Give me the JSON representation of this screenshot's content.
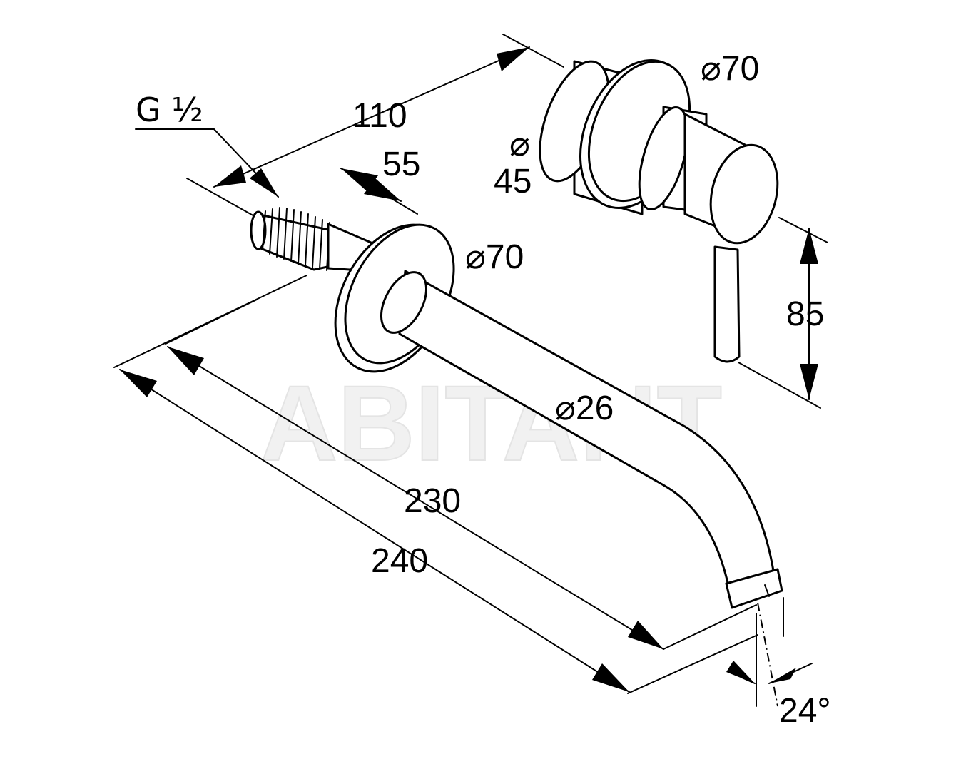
{
  "watermark": "ABITANT",
  "thread_label": "G ½",
  "dimensions": {
    "spout_ext_dia": "⌀70",
    "mixer_dia": "⌀70",
    "spout_dia": "⌀26",
    "body_dia_symbol": "⌀",
    "body_dia_value": "45",
    "depth": "110",
    "thread_len": "55",
    "handle_height": "85",
    "proj_short": "230",
    "proj_long": "240",
    "angle": "24°"
  }
}
